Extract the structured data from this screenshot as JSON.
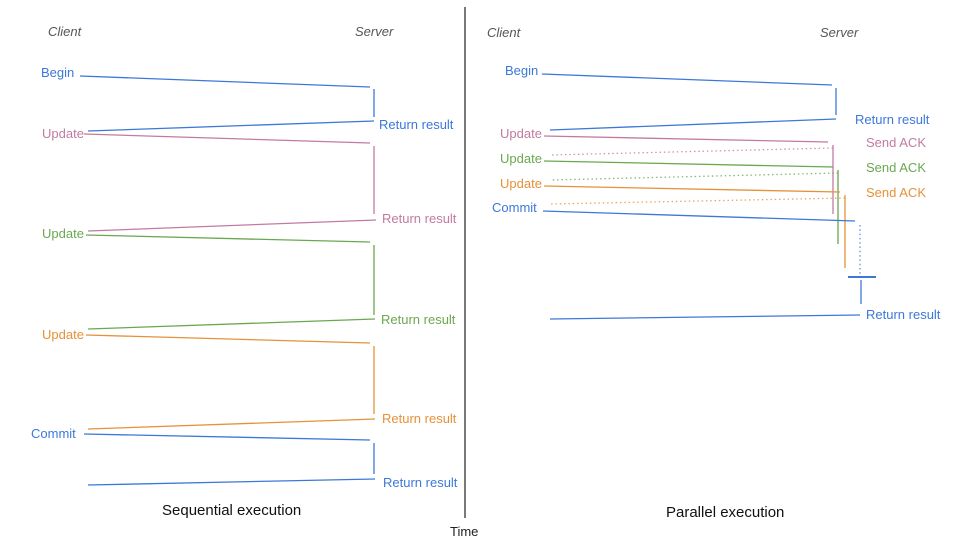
{
  "colors": {
    "blue": "#3c78d8",
    "pink": "#c27ba0",
    "green": "#6aa84f",
    "orange": "#e69138",
    "axis": "#404040",
    "header_gray": "#555555"
  },
  "axis": {
    "time_label": "Time"
  },
  "left": {
    "title": "Sequential execution",
    "client": "Client",
    "server": "Server",
    "rows": [
      {
        "send": "Begin",
        "reply": "Return result",
        "color": "blue"
      },
      {
        "send": "Update",
        "reply": "Return result",
        "color": "pink"
      },
      {
        "send": "Update",
        "reply": "Return result",
        "color": "green"
      },
      {
        "send": "Update",
        "reply": "Return result",
        "color": "orange"
      },
      {
        "send": "Commit",
        "reply": "Return result",
        "color": "blue"
      }
    ]
  },
  "right": {
    "title": "Parallel execution",
    "client": "Client",
    "server": "Server",
    "rows": [
      {
        "send": "Begin",
        "reply": "Return result",
        "color": "blue"
      },
      {
        "send": "Update",
        "reply": "Send ACK",
        "color": "pink"
      },
      {
        "send": "Update",
        "reply": "Send ACK",
        "color": "green"
      },
      {
        "send": "Update",
        "reply": "Send ACK",
        "color": "orange"
      },
      {
        "send": "Commit",
        "reply": "Return result",
        "color": "blue"
      }
    ]
  }
}
